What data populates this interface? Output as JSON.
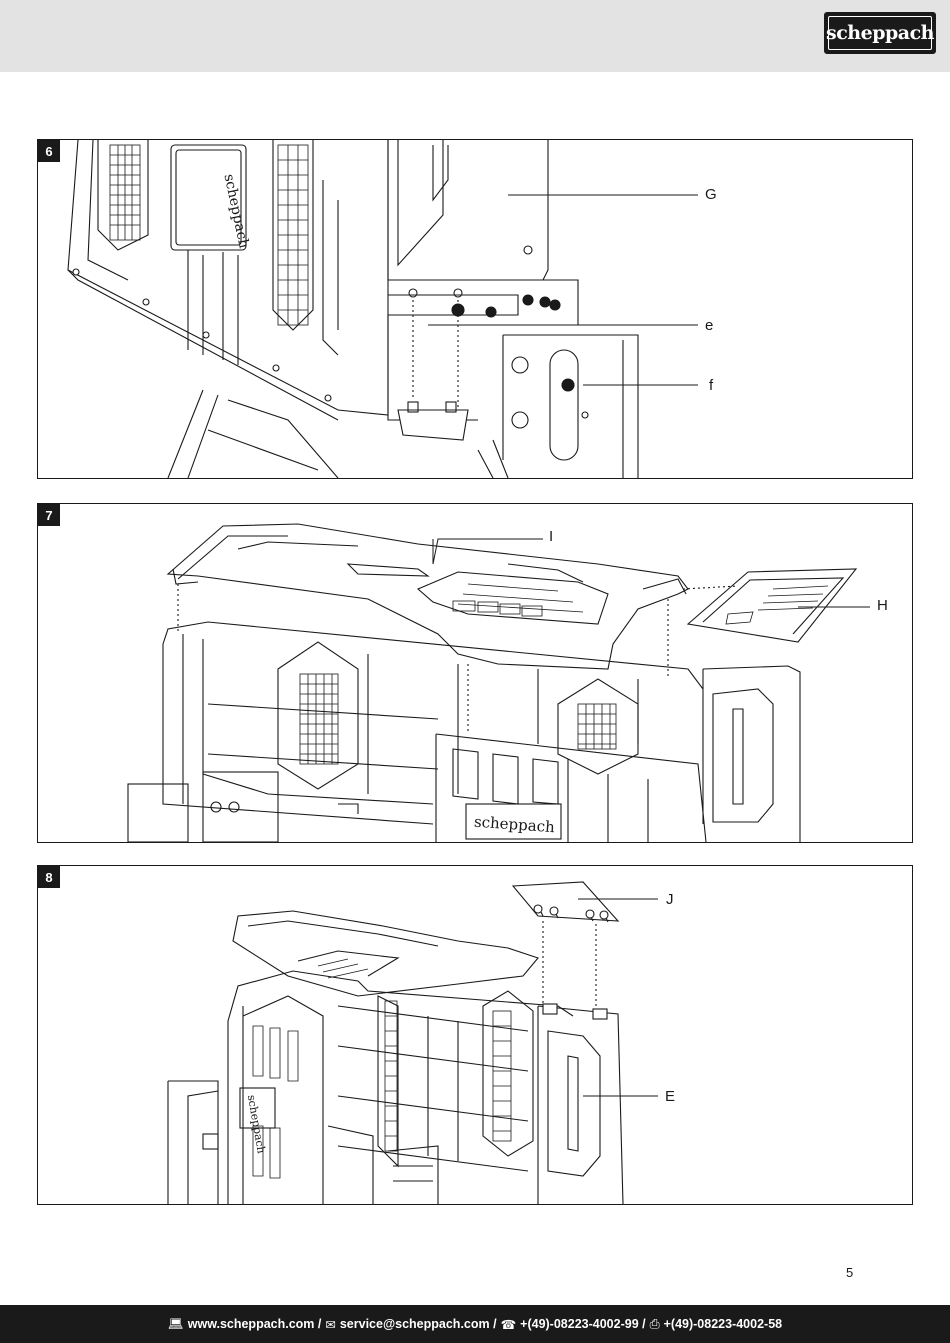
{
  "header": {
    "logo_text": "scheppach",
    "band_color": "#e3e3e3",
    "logo_color": "#1a1a1a"
  },
  "figures": [
    {
      "number": "6",
      "labels": {
        "G": "G",
        "e": "e",
        "f": "f"
      }
    },
    {
      "number": "7",
      "labels": {
        "I": "I",
        "H": "H"
      }
    },
    {
      "number": "8",
      "labels": {
        "J": "J",
        "E": "E"
      }
    }
  ],
  "page_number": "5",
  "footer": {
    "website": "www.scheppach.com /",
    "email": "service@scheppach.com /",
    "phone": "+(49)-08223-4002-99 /",
    "fax": "+(49)-08223-4002-58",
    "icons": {
      "website": "laptop-icon",
      "email": "envelope-icon",
      "phone": "phone-icon",
      "fax": "fax-icon"
    }
  }
}
